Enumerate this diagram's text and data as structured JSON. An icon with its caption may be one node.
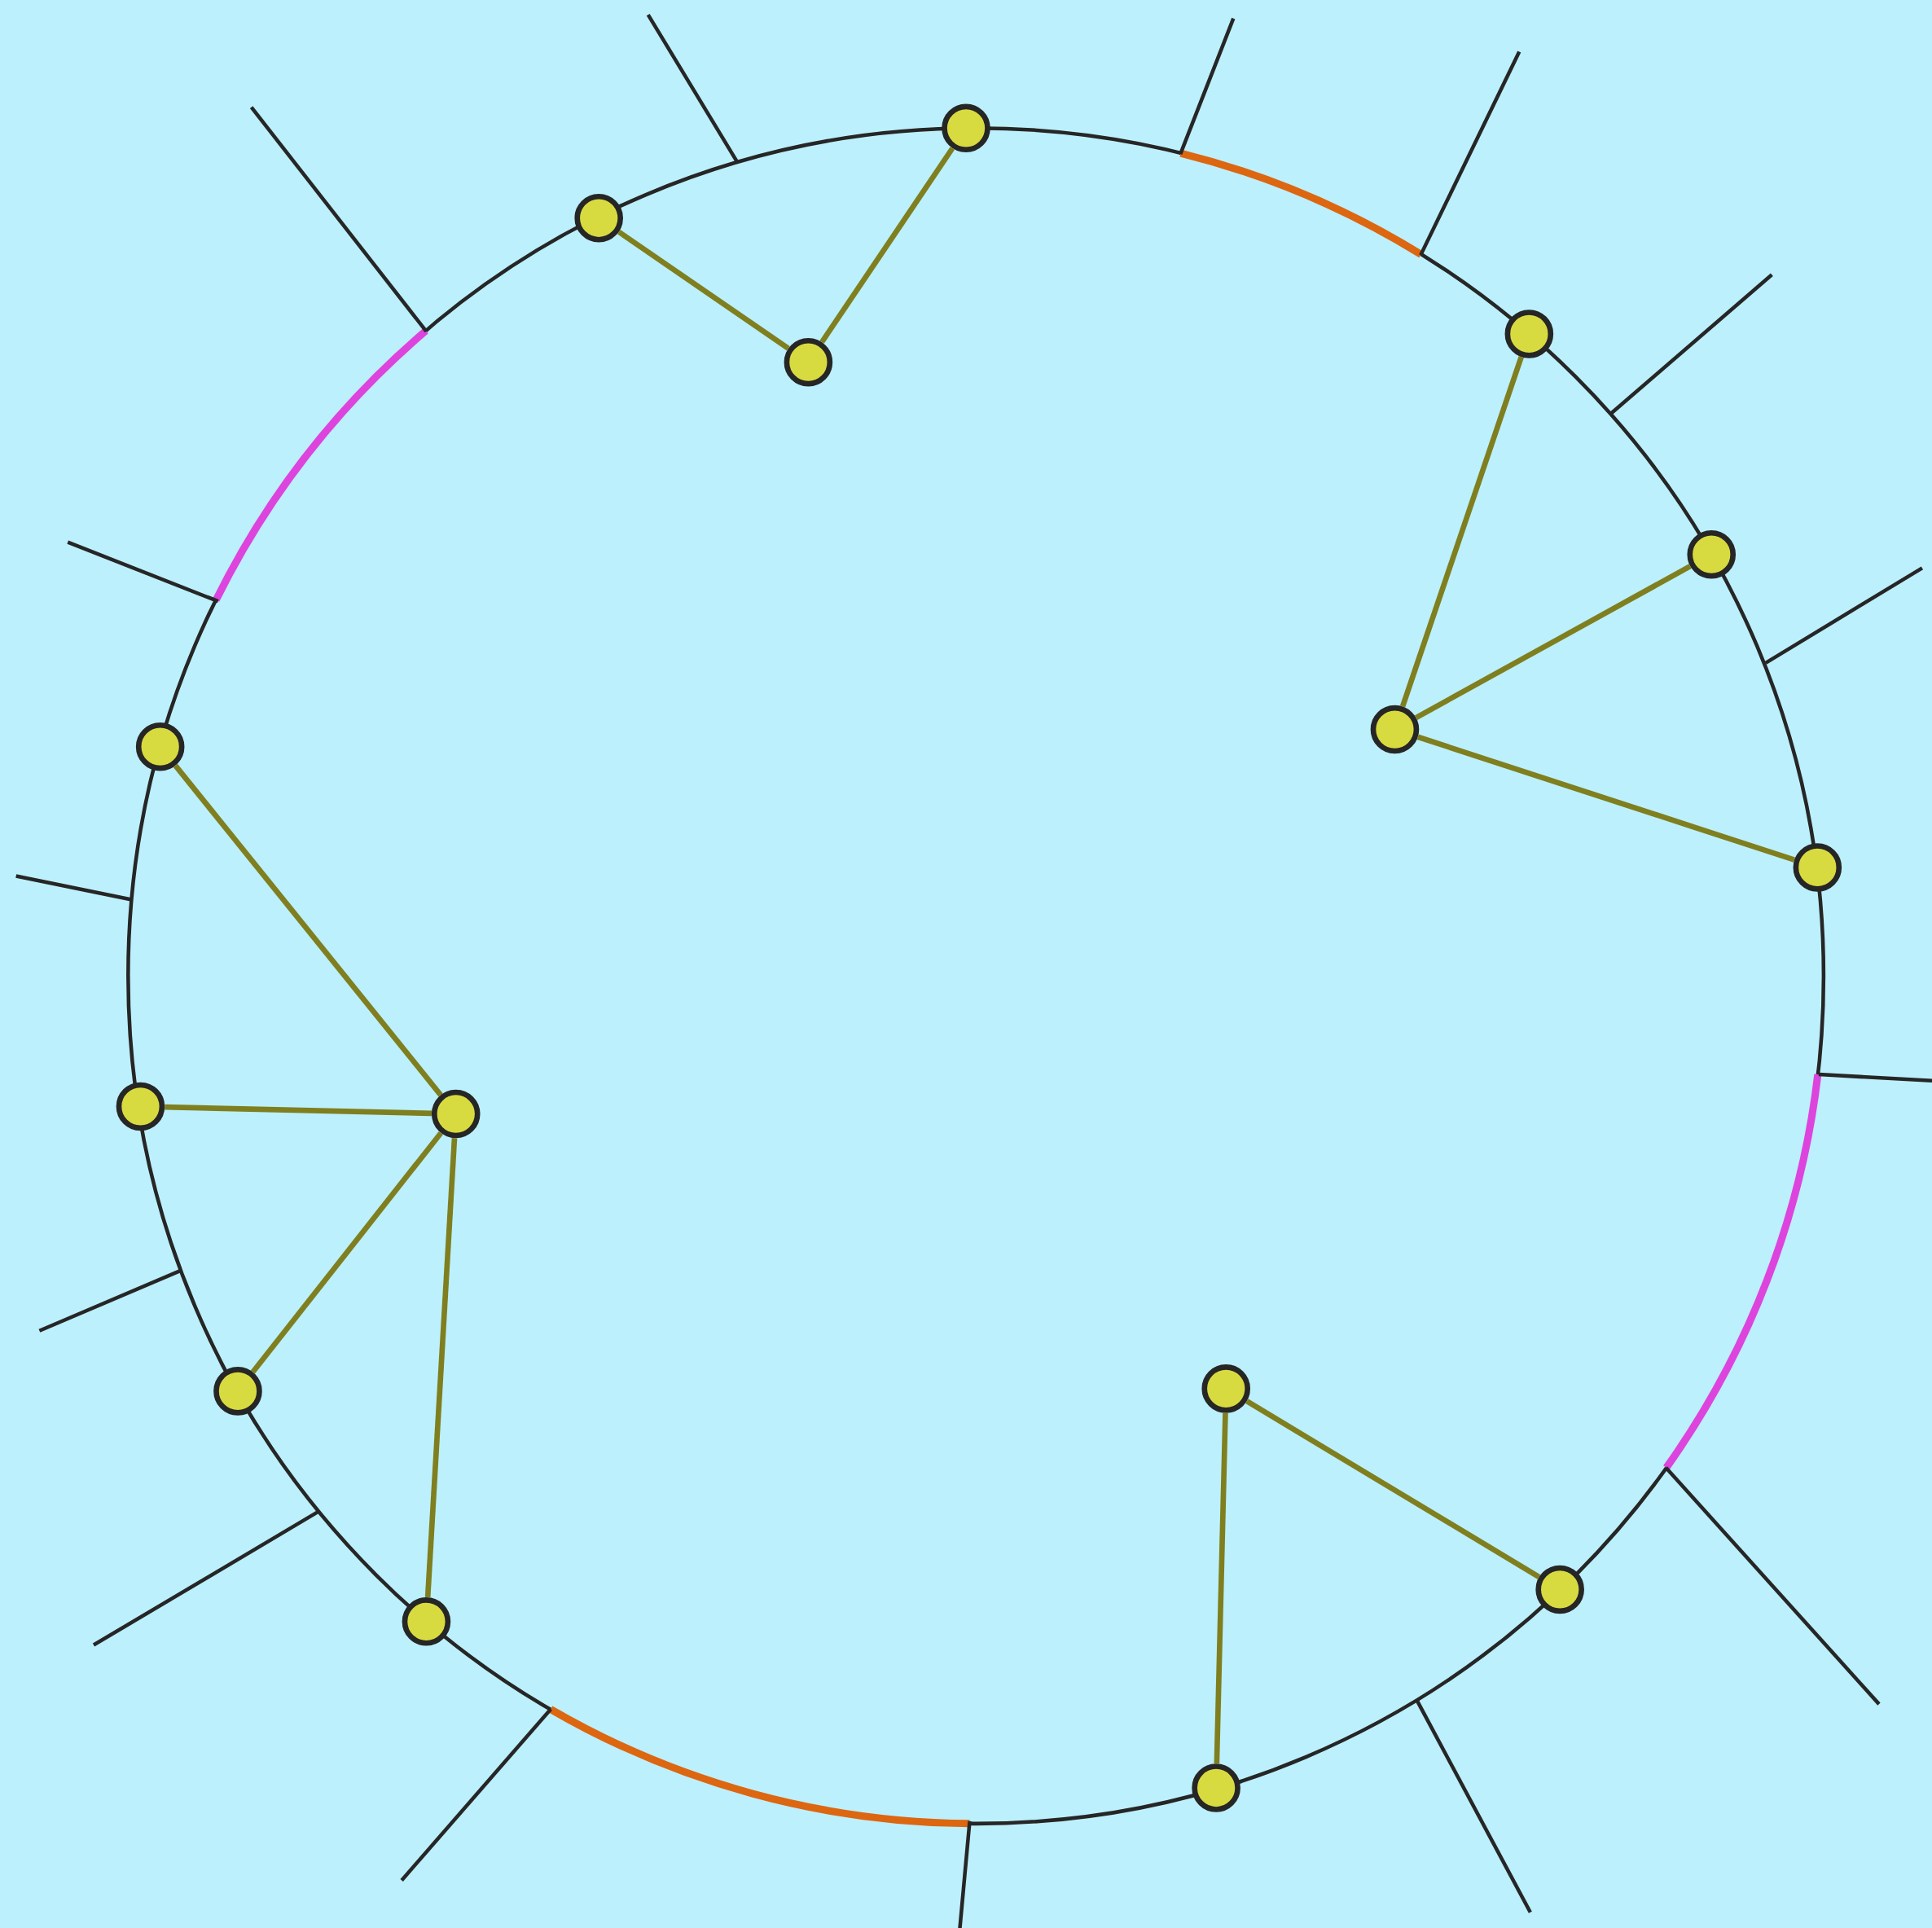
{
  "diagram": {
    "nodes": [
      {
        "text": [],
        "shape": "circle"
      },
      {
        "text": [],
        "shape": "circle"
      },
      {
        "text": [],
        "shape": "circle"
      },
      {
        "text": [],
        "shape": "circle"
      },
      {
        "text": [],
        "shape": "circle"
      },
      {
        "text": [],
        "shape": "circle"
      },
      {
        "text": [],
        "shape": "circle"
      },
      {
        "text": [],
        "shape": "circle"
      },
      {
        "text": [],
        "shape": "circle"
      },
      {
        "text": [],
        "shape": "circle"
      },
      {
        "text": [],
        "shape": "circle"
      },
      {
        "text": [],
        "shape": "circle"
      },
      {
        "text": [],
        "shape": "circle"
      },
      {
        "text": [],
        "shape": "circle"
      },
      {
        "text": [],
        "shape": "circle"
      }
    ],
    "edges": [
      {
        "from": 1,
        "to": 3,
        "arrow": "none"
      },
      {
        "from": 0,
        "to": 3,
        "arrow": "none"
      },
      {
        "from": 2,
        "to": 5,
        "arrow": "none"
      },
      {
        "from": 4,
        "to": 5,
        "arrow": "none"
      },
      {
        "from": 5,
        "to": 7,
        "arrow": "none"
      },
      {
        "from": 6,
        "to": 9,
        "arrow": "none"
      },
      {
        "from": 8,
        "to": 9,
        "arrow": "none"
      },
      {
        "from": 11,
        "to": 9,
        "arrow": "none"
      },
      {
        "from": 13,
        "to": 9,
        "arrow": "none"
      },
      {
        "from": 10,
        "to": 12,
        "arrow": "none"
      },
      {
        "from": 10,
        "to": 14,
        "arrow": "none"
      }
    ]
  }
}
